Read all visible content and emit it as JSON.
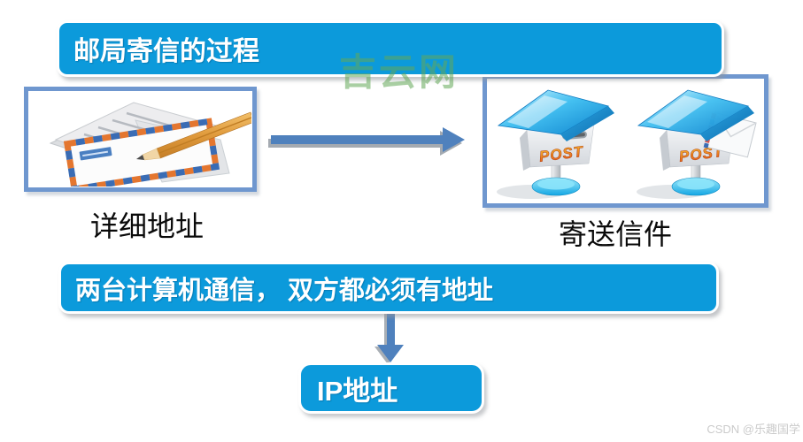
{
  "banners": {
    "top": "邮局寄信的过程",
    "middle": "两台计算机通信， 双方都必须有地址"
  },
  "captions": {
    "left": "详细地址",
    "right": "寄送信件"
  },
  "ip_box": {
    "label": "IP地址"
  },
  "watermarks": {
    "center": "吉云网",
    "corner": "CSDN @乐趣国学"
  },
  "mailbox": {
    "post_label": "POST"
  },
  "colors": {
    "banner_blue": "#0c9adb",
    "frame_border": "#6f97cf",
    "arrow_blue": "#4f81bd",
    "watermark_green": "#62a858",
    "post_orange": "#f2921e"
  }
}
